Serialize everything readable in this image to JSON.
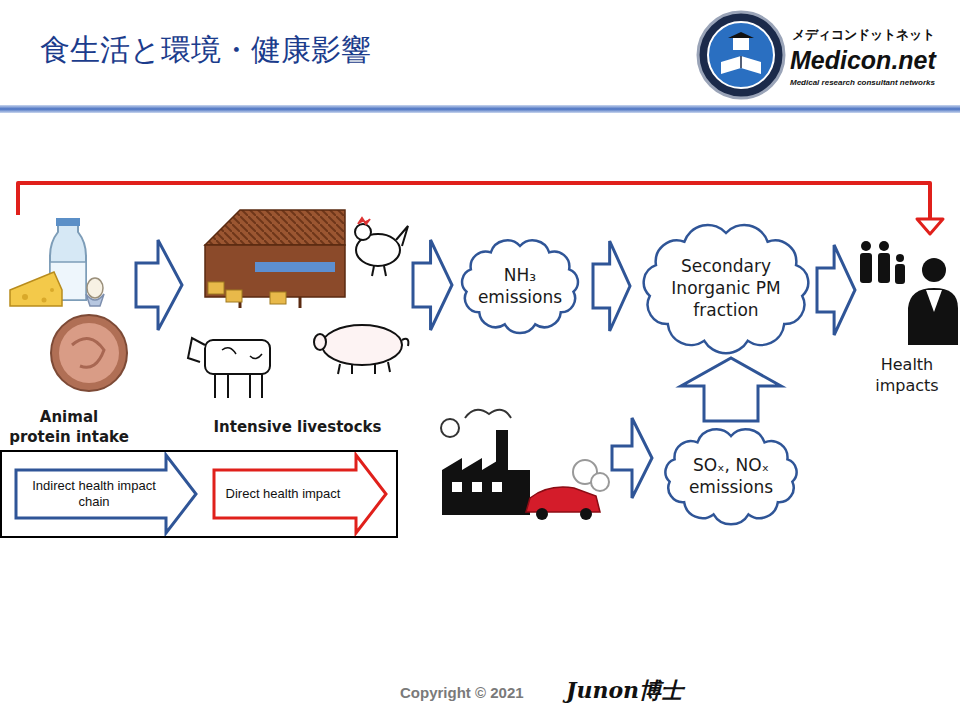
{
  "diagram": {
    "title": "食生活と環境・健康影響",
    "nodes": [
      {
        "text": [
          "Animal protein intake"
        ]
      },
      {
        "text": [
          "Intensive livestocks"
        ]
      },
      {
        "text": [
          "NH₃ emissions"
        ]
      },
      {
        "text": [
          "Secondary Inorganic PM fraction"
        ]
      },
      {
        "text": [
          "Health impacts"
        ]
      },
      {
        "text": [
          "SOₓ, NOₓ emissions"
        ]
      }
    ],
    "edges": [
      {
        "from": 0,
        "to": 1,
        "arrow": "to"
      },
      {
        "from": 1,
        "to": 2,
        "arrow": "to"
      },
      {
        "from": 2,
        "to": 3,
        "arrow": "to"
      },
      {
        "from": 3,
        "to": 4,
        "arrow": "to"
      },
      {
        "from": 5,
        "to": 3,
        "arrow": "to"
      },
      {
        "from": 0,
        "to": 4,
        "arrow": "to"
      }
    ],
    "labels": [
      "メディコンドットネット",
      "Medicon.net",
      "Medical research consultant networks",
      "Copyright © 2021",
      "Junon博士"
    ],
    "legend": [
      {
        "text": "Indirect health impact chain"
      },
      {
        "text": "Direct health impact"
      }
    ]
  }
}
